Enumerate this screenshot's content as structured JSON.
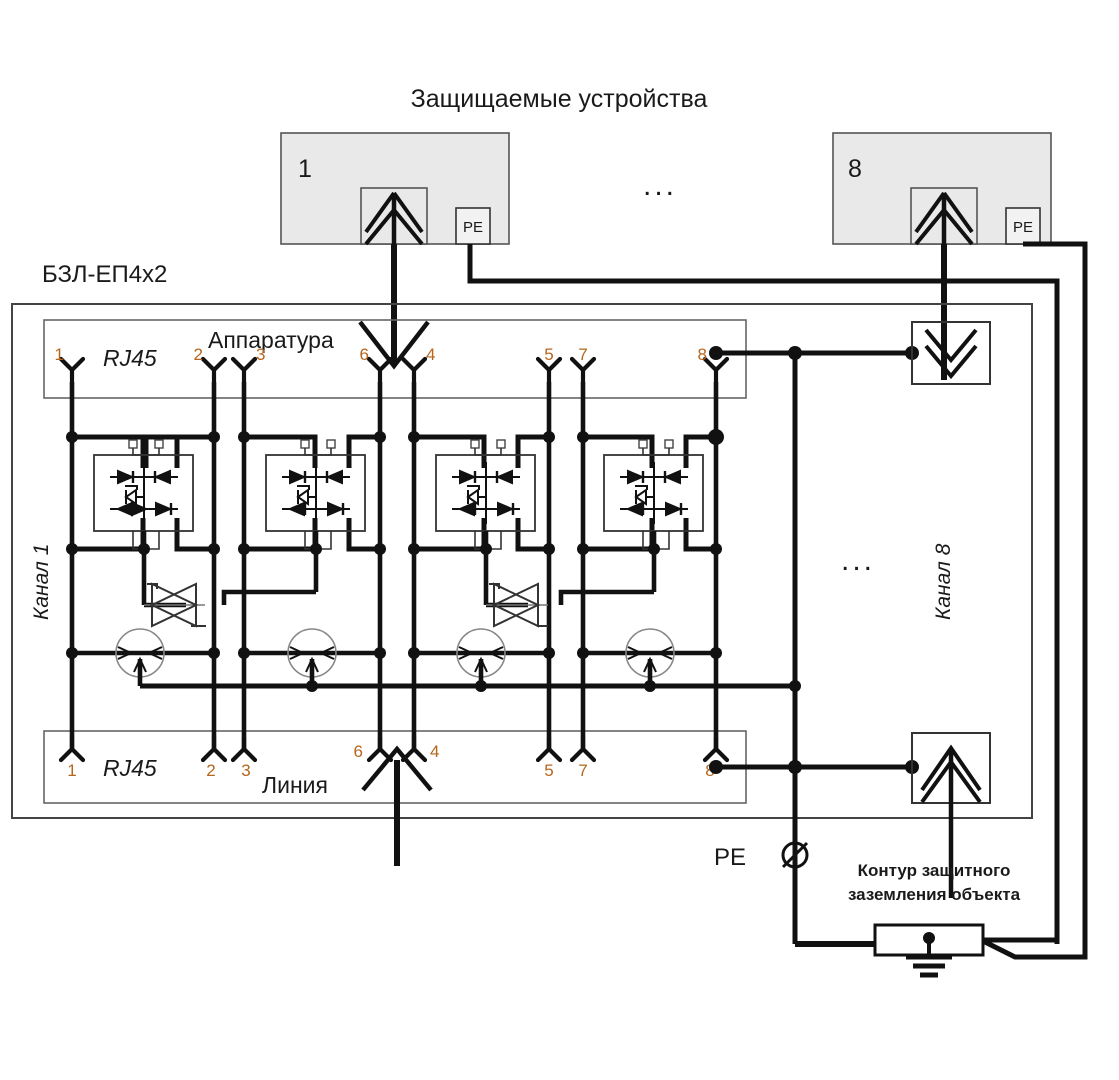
{
  "diagram": {
    "title": "Защищаемые устройства",
    "unit_label": "БЗЛ-ЕП4х2",
    "ellipsis": "...",
    "protected_devices": [
      {
        "number": "1",
        "pe_label": "PE",
        "surge_icon": "surge-arrester-up-icon"
      },
      {
        "number": "8",
        "pe_label": "PE",
        "surge_icon": "surge-arrester-up-icon"
      }
    ],
    "equipment_row": {
      "section_label": "Аппаратура",
      "connector_label": "RJ45",
      "pins": [
        "1",
        "2",
        "3",
        "6",
        "4",
        "5",
        "7",
        "8"
      ]
    },
    "line_row": {
      "section_label": "Линия",
      "connector_label": "RJ45",
      "pins": [
        "1",
        "2",
        "3",
        "6",
        "4",
        "5",
        "7",
        "8"
      ]
    },
    "channels": {
      "first": "Канал 1",
      "last": "Канал 8",
      "ellipsis": "..."
    },
    "ground": {
      "pe_terminal": "PE",
      "pe_symbol": "Ø",
      "caption_line1": "Контур защитного",
      "caption_line2": "заземления объекта"
    },
    "icons": {
      "arrow_down": "arrow-down-icon",
      "arrow_up": "arrow-up-icon",
      "chevron_down": "chevron-down-icon",
      "chevron_up": "chevron-up-icon",
      "ground": "earth-ground-icon",
      "gdt": "gas-discharge-tube-icon",
      "tvs": "bidirectional-tvs-icon",
      "bridge": "diode-bridge-module-icon",
      "rj45_pin": "rj45-pin-icon"
    },
    "colors": {
      "line": "#1a1a1a",
      "device_fill": "#e8e8e8",
      "pin_label": "#b5651d",
      "thin_line": "#555555"
    }
  }
}
